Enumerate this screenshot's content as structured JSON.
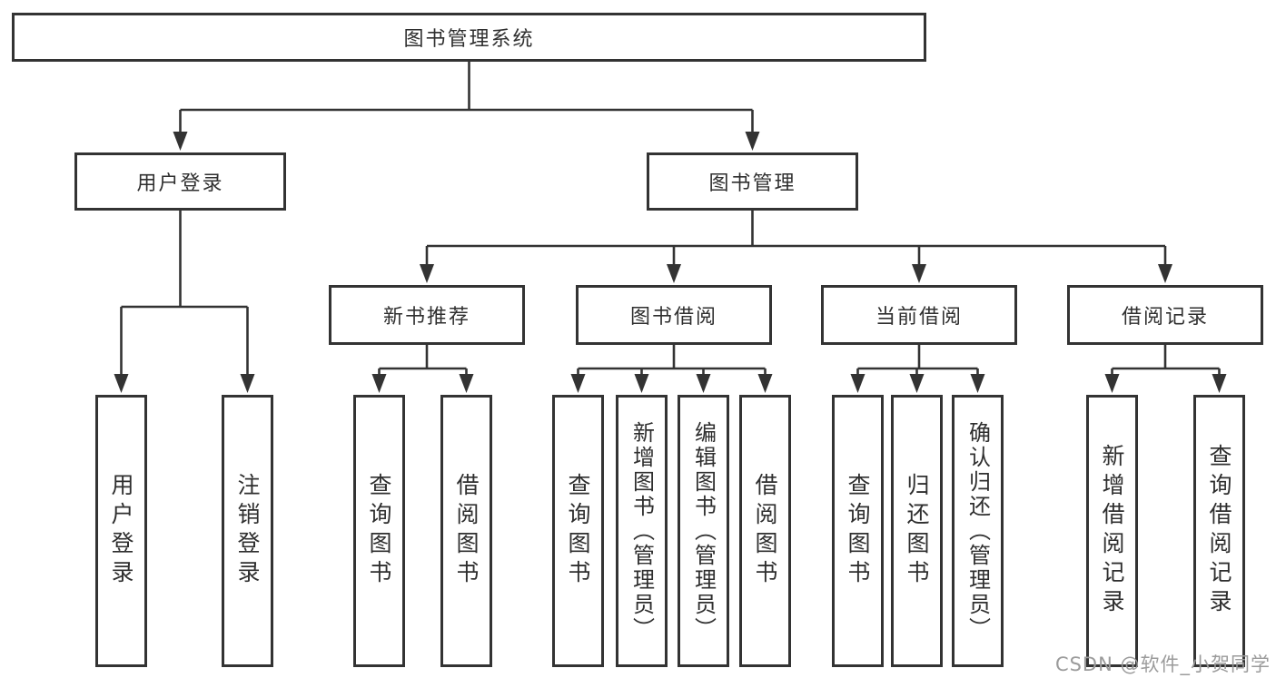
{
  "diagram": {
    "type": "hierarchy-tree",
    "tree": {
      "label": "图书管理系统",
      "children": [
        {
          "label": "用户登录",
          "children": [
            {
              "label": "用户登录"
            },
            {
              "label": "注销登录"
            }
          ]
        },
        {
          "label": "图书管理",
          "children": [
            {
              "label": "新书推荐",
              "children": [
                {
                  "label": "查询图书"
                },
                {
                  "label": "借阅图书"
                }
              ]
            },
            {
              "label": "图书借阅",
              "children": [
                {
                  "label": "查询图书"
                },
                {
                  "label": "新增图书（管理员）"
                },
                {
                  "label": "编辑图书（管理员）"
                },
                {
                  "label": "借阅图书"
                }
              ]
            },
            {
              "label": "当前借阅",
              "children": [
                {
                  "label": "查询图书"
                },
                {
                  "label": "归还图书"
                },
                {
                  "label": "确认归还（管理员）"
                }
              ]
            },
            {
              "label": "借阅记录",
              "children": [
                {
                  "label": "新增借阅记录"
                },
                {
                  "label": "查询借阅记录"
                }
              ]
            }
          ]
        }
      ]
    }
  },
  "watermark": "CSDN @软件_小贺同学",
  "colors": {
    "line": "#333333",
    "box_border": "#333333",
    "box_fill": "#ffffff",
    "text": "#2f2f2f",
    "watermark": "#9b9b9b",
    "background": "#ffffff"
  }
}
